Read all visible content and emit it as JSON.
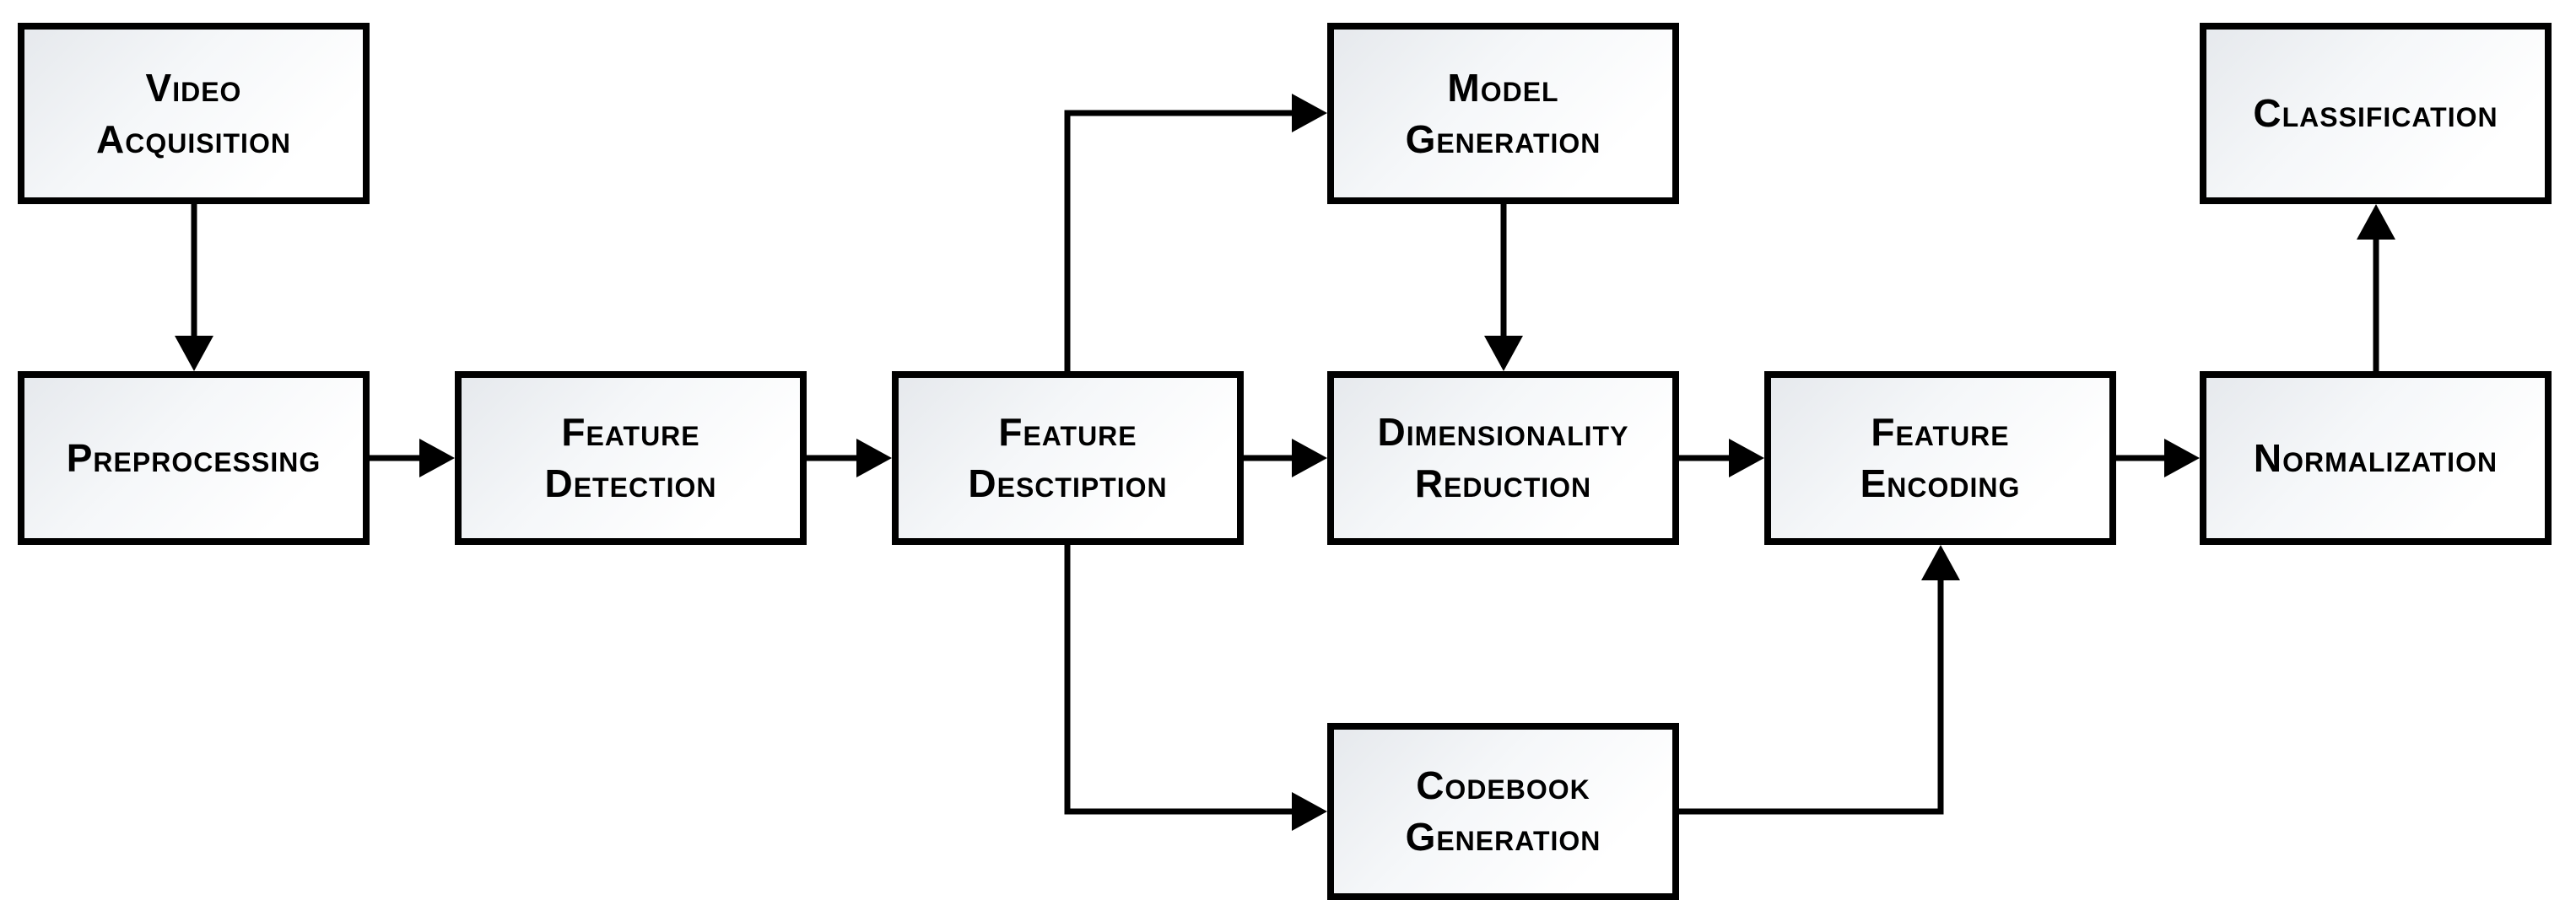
{
  "diagram": {
    "type": "flowchart",
    "colors": {
      "box_border": "#000000",
      "box_fill_top_left": "#e6e9ed",
      "box_fill_bottom_right": "#ffffff",
      "connector": "#000000",
      "text": "#000000",
      "background": "#ffffff"
    },
    "nodes": {
      "video_acquisition": {
        "label": "Video\nAcquisition"
      },
      "preprocessing": {
        "label": "Preprocessing"
      },
      "feature_detection": {
        "label": "Feature\nDetection"
      },
      "feature_desctiption": {
        "label": "Feature\nDesctiption"
      },
      "model_generation": {
        "label": "Model\nGeneration"
      },
      "dimensionality_reduction": {
        "label": "Dimensionality\nReduction"
      },
      "codebook_generation": {
        "label": "Codebook\nGeneration"
      },
      "feature_encoding": {
        "label": "Feature\nEncoding"
      },
      "normalization": {
        "label": "Normalization"
      },
      "classification": {
        "label": "Classification"
      }
    },
    "edges": [
      {
        "from": "video_acquisition",
        "to": "preprocessing"
      },
      {
        "from": "preprocessing",
        "to": "feature_detection"
      },
      {
        "from": "feature_detection",
        "to": "feature_desctiption"
      },
      {
        "from": "feature_desctiption",
        "to": "model_generation"
      },
      {
        "from": "model_generation",
        "to": "dimensionality_reduction"
      },
      {
        "from": "feature_desctiption",
        "to": "dimensionality_reduction"
      },
      {
        "from": "feature_desctiption",
        "to": "codebook_generation"
      },
      {
        "from": "dimensionality_reduction",
        "to": "feature_encoding"
      },
      {
        "from": "codebook_generation",
        "to": "feature_encoding"
      },
      {
        "from": "feature_encoding",
        "to": "normalization"
      },
      {
        "from": "normalization",
        "to": "classification"
      }
    ]
  }
}
